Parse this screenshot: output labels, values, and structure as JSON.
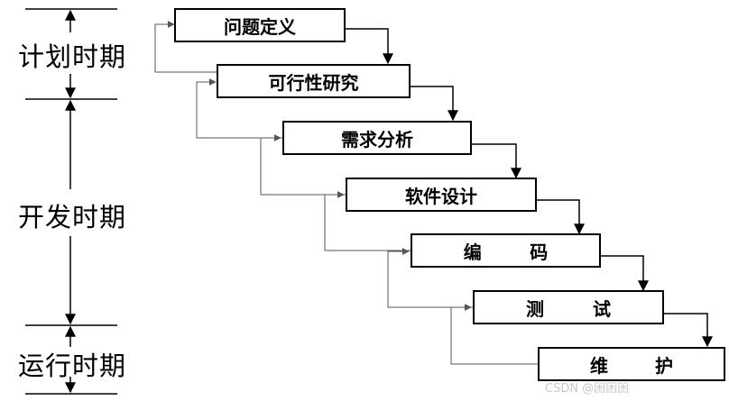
{
  "phases": {
    "planning": "计划时期",
    "development": "开发时期",
    "operation": "运行时期"
  },
  "stages": [
    {
      "label": "问题定义"
    },
    {
      "label": "可行性研究"
    },
    {
      "label": "需求分析"
    },
    {
      "label": "软件设计"
    },
    {
      "parts": [
        "编",
        "码"
      ]
    },
    {
      "parts": [
        "测",
        "试"
      ]
    },
    {
      "parts": [
        "维",
        "护"
      ]
    }
  ],
  "watermark": "CSDN @困困困"
}
